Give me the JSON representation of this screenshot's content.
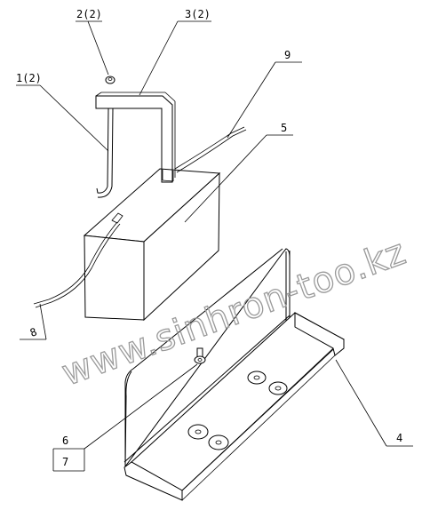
{
  "labels": {
    "l1": "1(2)",
    "l2": "2(2)",
    "l3": "3(2)",
    "l4": "4",
    "l5": "5",
    "l6": "6",
    "l7": "7",
    "l8": "8",
    "l9": "9"
  },
  "watermark": "www.sinhron-too.kz"
}
